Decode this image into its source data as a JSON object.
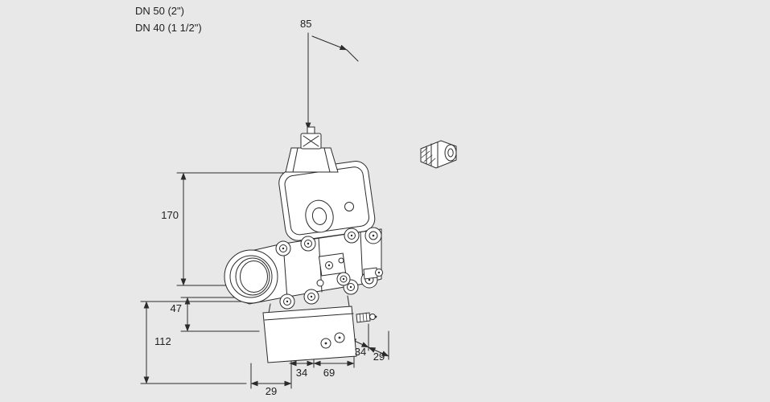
{
  "page": {
    "background": "#e8e8e8",
    "line_color": "#2b2b2b",
    "text_color": "#1f1f1f"
  },
  "part_labels": {
    "dn50": "DN 50 (2\")",
    "dn40": "DN 40 (1 1/2\")"
  },
  "dimensions": {
    "actuator_width": "85",
    "height_center_to_top": "170",
    "height_center_to_flange": "47",
    "height_base": "112",
    "depth_front_left": "29",
    "width_seg_left": "34",
    "width_seg_right": "69",
    "depth_seg_near": "34",
    "depth_seg_far": "29"
  }
}
